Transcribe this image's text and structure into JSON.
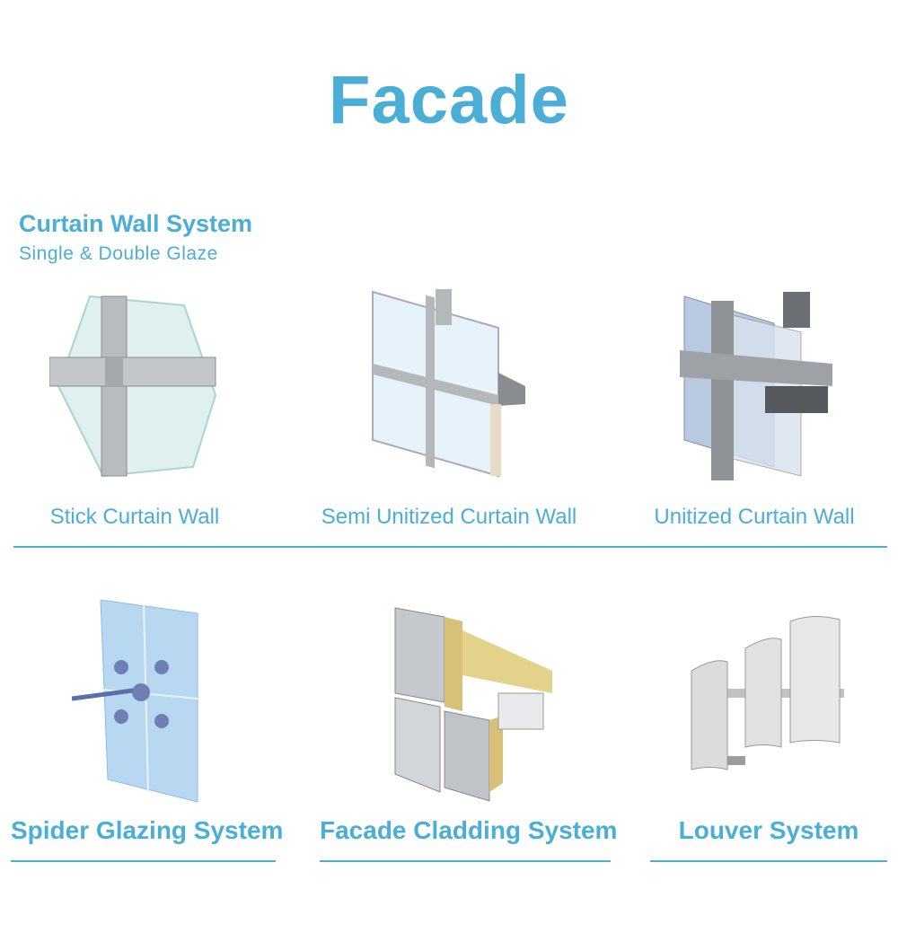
{
  "title": "Facade",
  "section": {
    "title": "Curtain Wall System",
    "subtitle": "Single & Double Glaze"
  },
  "products": [
    {
      "label": "Stick Curtain Wall"
    },
    {
      "label": "Semi Unitized Curtain Wall"
    },
    {
      "label": "Unitized Curtain Wall"
    },
    {
      "label": "Spider Glazing System"
    },
    {
      "label": "Facade Cladding System"
    },
    {
      "label": "Louver System"
    }
  ],
  "colors": {
    "accent": "#4aaed6"
  }
}
